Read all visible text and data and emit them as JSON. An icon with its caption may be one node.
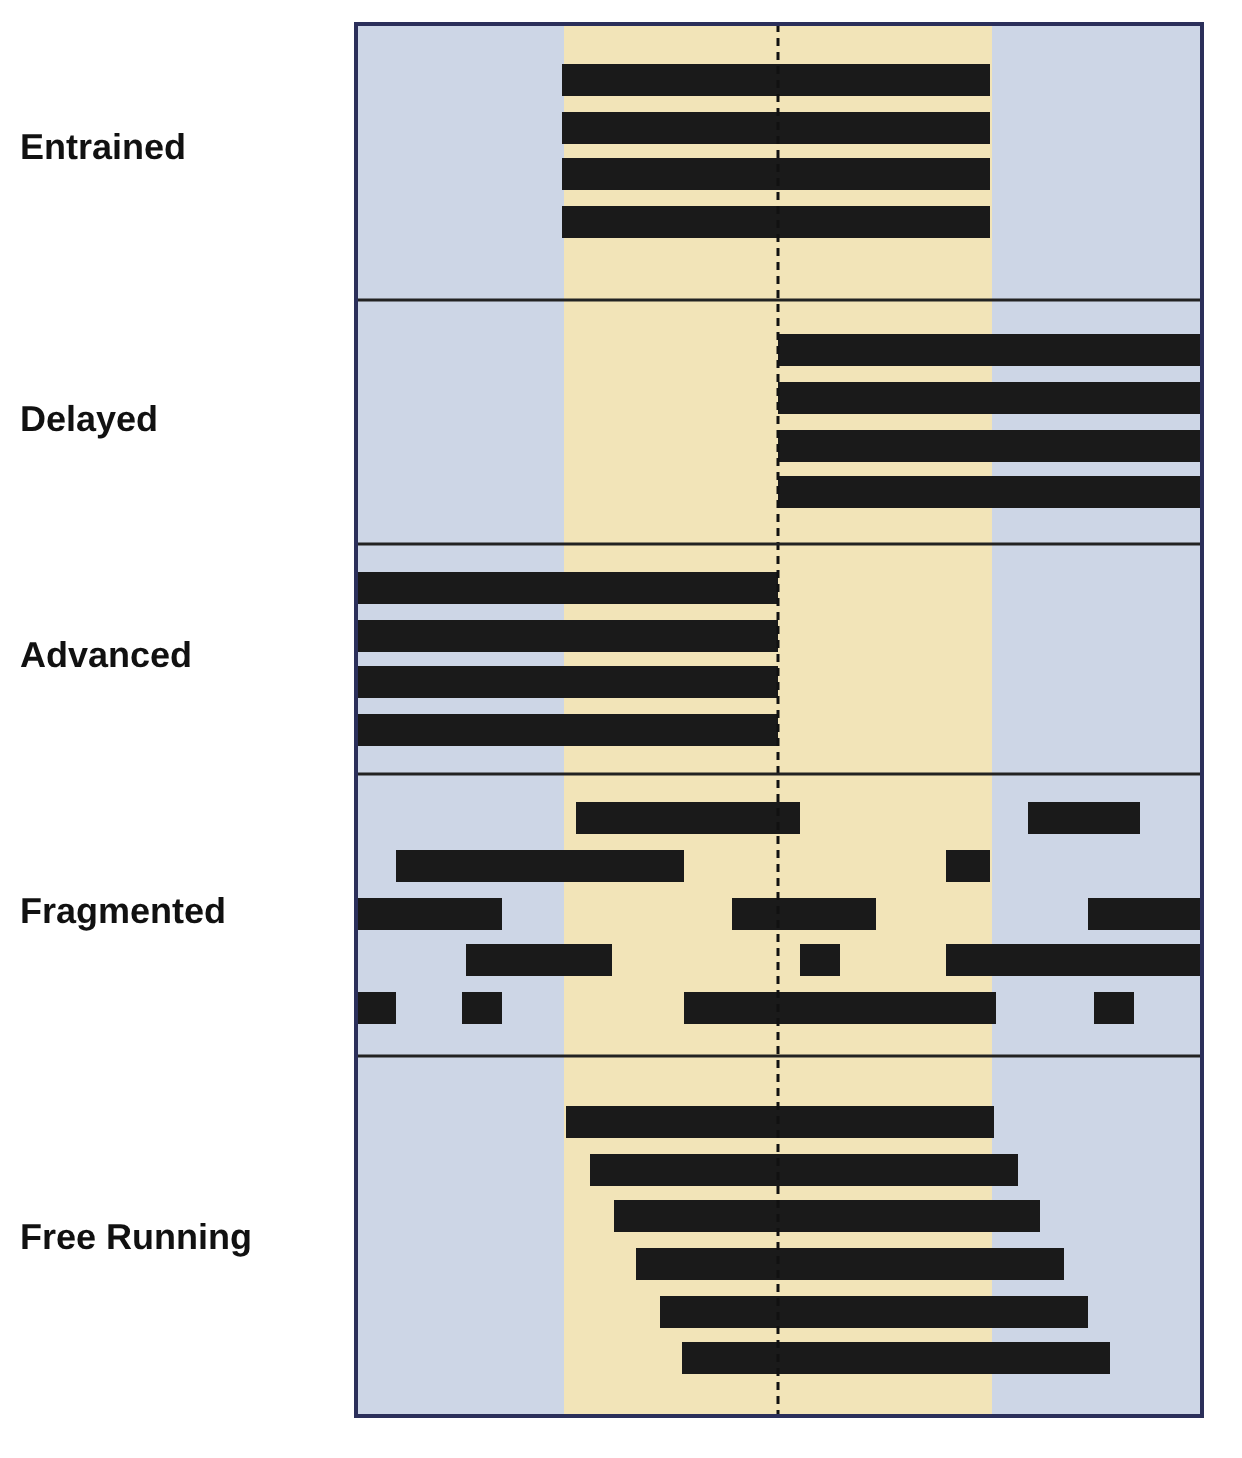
{
  "diagram": {
    "labels": [
      "Entrained",
      "Delayed",
      "Advanced",
      "Fragmented",
      "Free Running"
    ]
  }
}
